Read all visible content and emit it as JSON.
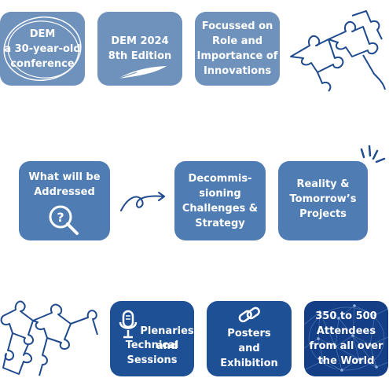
{
  "row1": {
    "tile1": {
      "lines": [
        "DEM",
        "a 30-year-old",
        "conference"
      ]
    },
    "tile2": {
      "lines": [
        "DEM 2024",
        "8th Edition"
      ]
    },
    "tile3": {
      "lines": [
        "Focussed on",
        "Role and",
        "Importance of",
        "Innovations"
      ]
    }
  },
  "row2": {
    "tile1": {
      "lines": [
        "What will be",
        "Addressed"
      ]
    },
    "tile2": {
      "lines": [
        "Decommis-",
        "sioning",
        "Challenges &",
        "Strategy"
      ]
    },
    "tile3": {
      "lines": [
        "Reality &",
        "Tomorrow’s",
        "Projects"
      ]
    }
  },
  "row3": {
    "tile1": {
      "lines": [
        "Plenaries",
        "and",
        "Technical",
        "Sessions"
      ]
    },
    "tile2": {
      "lines": [
        "Posters",
        "and",
        "Exhibition"
      ]
    },
    "tile3": {
      "lines": [
        "350 to 500",
        "Attendees",
        "from all over",
        "the World"
      ]
    }
  },
  "icons": [
    "circle-doodle-icon",
    "feather-icon",
    "puzzle-outline-icon",
    "magnifier-question-icon",
    "curly-arrow-icon",
    "burst-lines-icon",
    "microphone-icon",
    "chain-link-icon",
    "network-globe-icon"
  ],
  "colors": {
    "light_tile": "#6f92bd",
    "mid_tile": "#4f7cb2",
    "dark_tile": "#1e5096",
    "navy_tile": "#143f86",
    "outline": "#1f4b8e"
  }
}
